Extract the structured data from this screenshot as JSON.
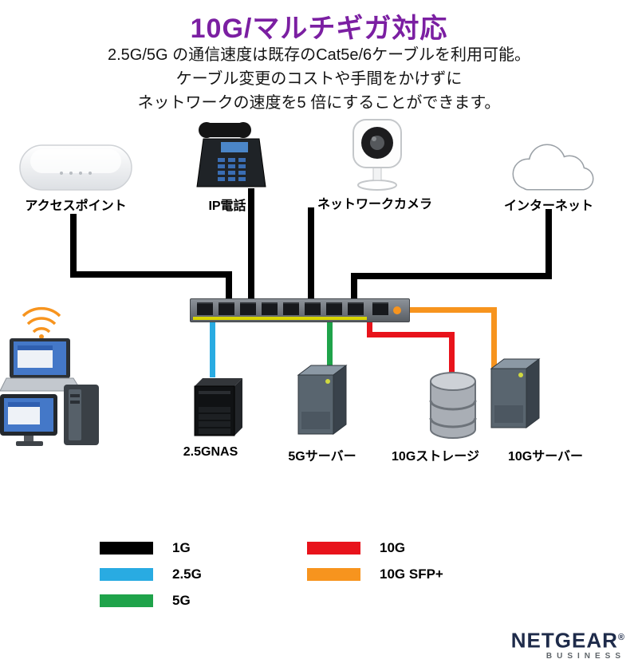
{
  "title": "10G/マルチギガ対応",
  "subtitle_lines": [
    "2.5G/5G の通信速度は既存のCat5e/6ケーブルを利用可能。",
    "ケーブル変更のコストや手間をかけずに",
    "ネットワークの速度を5 倍にすることができます。"
  ],
  "devices": {
    "access_point": "アクセスポイント",
    "ip_phone": "IP電話",
    "network_camera": "ネットワークカメラ",
    "internet": "インターネット",
    "nas": "2.5GNAS",
    "server_5g": "5Gサーバー",
    "storage_10g": "10Gストレージ",
    "server_10g": "10Gサーバー"
  },
  "legend": [
    {
      "label": "1G",
      "color": "#000000"
    },
    {
      "label": "2.5G",
      "color": "#29ABE2"
    },
    {
      "label": "5G",
      "color": "#1FA34A"
    },
    {
      "label": "10G",
      "color": "#E8131B"
    },
    {
      "label": "10G SFP+",
      "color": "#F7941E"
    }
  ],
  "colors": {
    "title_purple": "#7B1FA2",
    "switch_stripe_yellow": "#D8D400",
    "wifi_orange": "#F7941E",
    "logo_navy": "#1E2B4A"
  },
  "logo": {
    "brand": "NETGEAR",
    "registered": "®",
    "sub": "BUSINESS"
  }
}
